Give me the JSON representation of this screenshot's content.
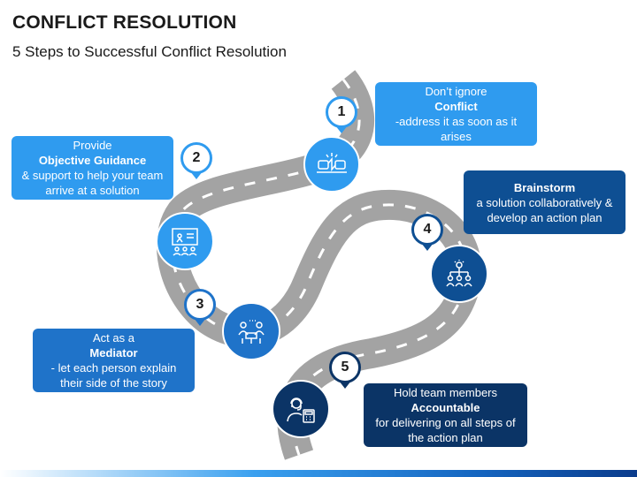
{
  "title": "CONFLICT RESOLUTION",
  "subtitle": "5 Steps to Successful Conflict Resolution",
  "steps": [
    {
      "number": "1",
      "pre": "Don’t ignore",
      "bold": "Conflict",
      "post": "-address it as soon as it arises",
      "icon": "conflict-fists-icon",
      "color": "#2f9bef"
    },
    {
      "number": "2",
      "pre": "Provide ",
      "bold": "Objective Guidance",
      "post": " & support to help your team arrive at a solution",
      "icon": "presentation-board-icon",
      "color": "#2f9bef"
    },
    {
      "number": "3",
      "pre": "Act as a ",
      "bold": "Mediator",
      "post": " - let each person explain their side of the story",
      "icon": "meeting-table-icon",
      "color": "#1f73c9"
    },
    {
      "number": "4",
      "pre": "",
      "bold": "Brainstorm",
      "post": " a solution collaboratively & develop an action plan",
      "icon": "team-idea-icon",
      "color": "#0e4f93"
    },
    {
      "number": "5",
      "pre": "Hold team members ",
      "bold": "Accountable",
      "post": " for delivering on all steps of the action plan",
      "icon": "support-agent-calculator-icon",
      "color": "#0b3466"
    }
  ]
}
